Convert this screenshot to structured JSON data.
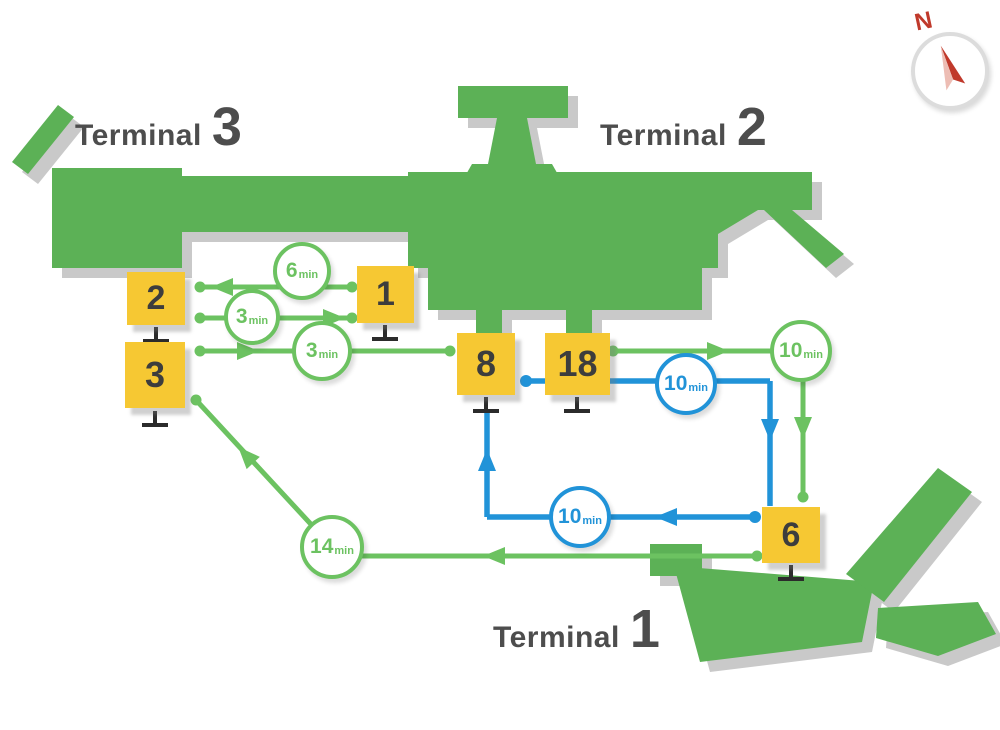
{
  "compass": {
    "label": "N"
  },
  "terminals": [
    {
      "word": "Terminal",
      "number": "3"
    },
    {
      "word": "Terminal",
      "number": "2"
    },
    {
      "word": "Terminal",
      "number": "1"
    }
  ],
  "stops": [
    {
      "label": "2"
    },
    {
      "label": "3"
    },
    {
      "label": "1"
    },
    {
      "label": "8"
    },
    {
      "label": "18"
    },
    {
      "label": "6"
    }
  ],
  "route_times": [
    {
      "value": "6",
      "unit": "min",
      "color": "green"
    },
    {
      "value": "3",
      "unit": "min",
      "color": "green"
    },
    {
      "value": "3",
      "unit": "min",
      "color": "green"
    },
    {
      "value": "10",
      "unit": "min",
      "color": "green"
    },
    {
      "value": "10",
      "unit": "min",
      "color": "blue"
    },
    {
      "value": "10",
      "unit": "min",
      "color": "blue"
    },
    {
      "value": "14",
      "unit": "min",
      "color": "green"
    }
  ],
  "icons": {
    "bus_stop": "bus-stop-sign",
    "compass": "compass-needle"
  },
  "colors": {
    "building_green": "#5cb156",
    "route_green": "#6cc261",
    "route_blue": "#2193d8",
    "stop_yellow": "#f6c833",
    "shadow_gray": "#c9c9c9",
    "label_gray": "#4d4d4d",
    "stop_number": "#3d3d3d",
    "sign_black": "#2b2b2b",
    "compass_red": "#c0392b"
  }
}
